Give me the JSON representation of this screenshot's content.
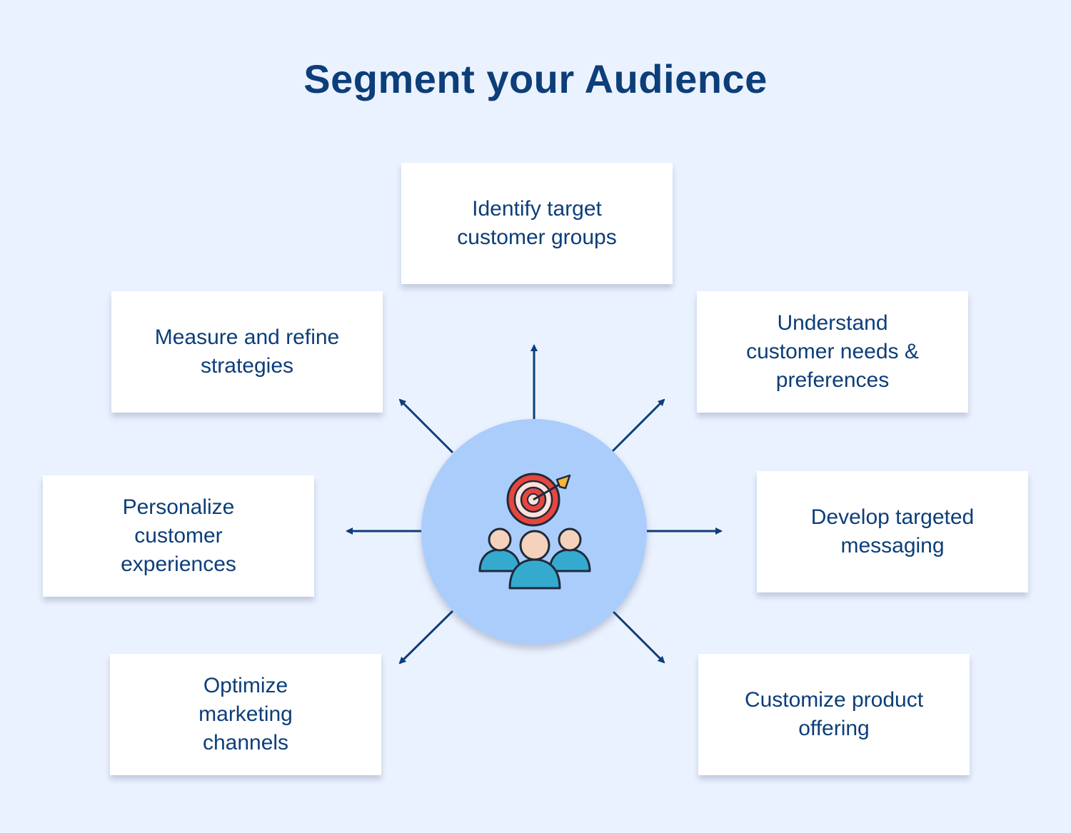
{
  "title": "Segment your Audience",
  "hub": {
    "icon": "target-audience-icon",
    "colors": {
      "hub": "#ABCDFB",
      "target_red": "#E7463F",
      "target_light": "#FFE1DC",
      "arrow_tip": "#F7B53A",
      "skin": "#F5D2BC",
      "body": "#35AACF",
      "outline": "#1F2A3A"
    }
  },
  "cards": [
    {
      "id": "identify",
      "label": "Identify target\ncustomer groups"
    },
    {
      "id": "understand",
      "label": "Understand\ncustomer needs &\npreferences"
    },
    {
      "id": "develop",
      "label": "Develop targeted\nmessaging"
    },
    {
      "id": "customize",
      "label": "Customize product\noffering"
    },
    {
      "id": "optimize",
      "label": "Optimize\nmarketing\nchannels"
    },
    {
      "id": "personalize",
      "label": "Personalize\ncustomer\nexperiences"
    },
    {
      "id": "measure",
      "label": "Measure and refine\nstrategies"
    }
  ],
  "colors": {
    "background": "#EBF2FF",
    "title": "#0C3E79",
    "text": "#0C3E79",
    "arrow": "#0C3E79",
    "card": "#FFFFFF"
  }
}
